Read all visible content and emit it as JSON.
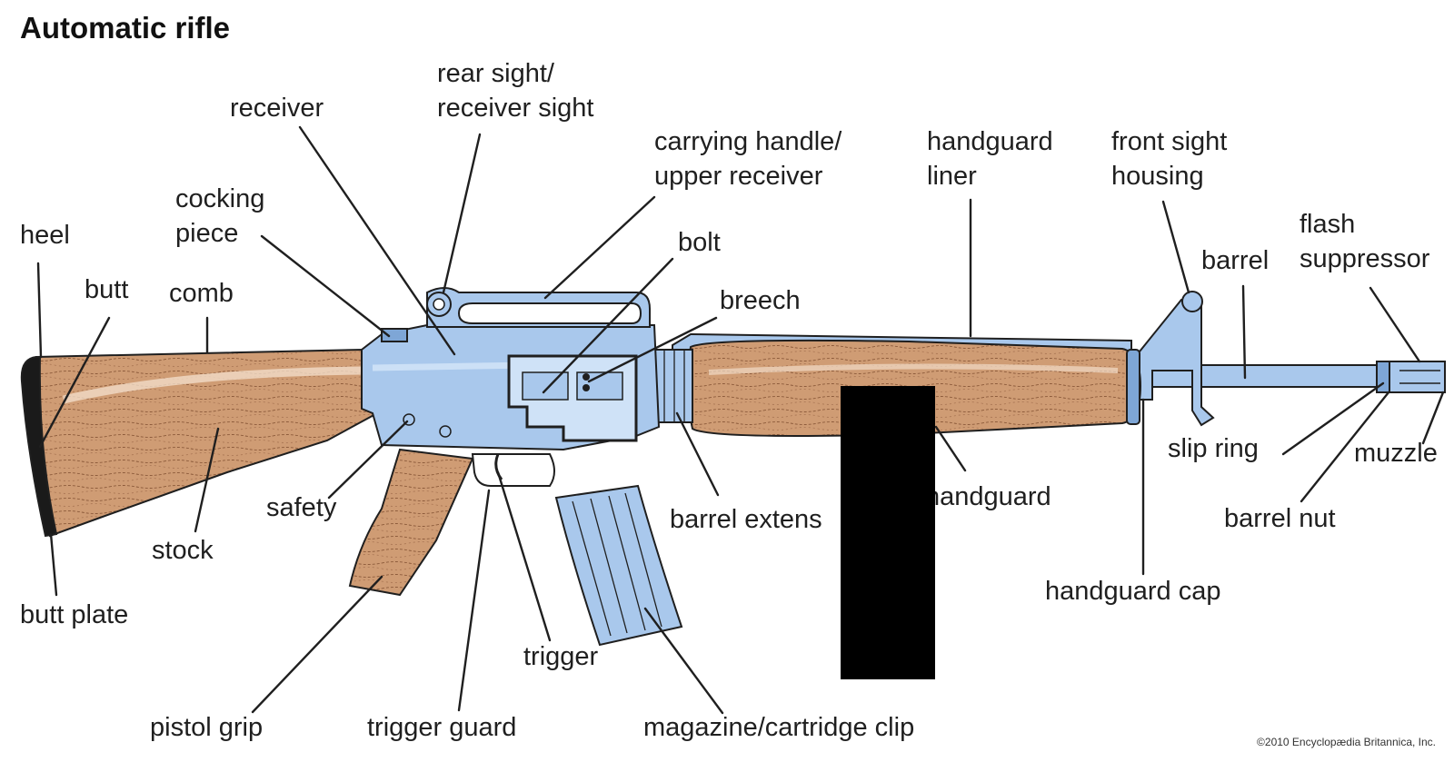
{
  "title": "Automatic rifle",
  "copyright": "©2010 Encyclopædia Britannica, Inc.",
  "colors": {
    "metal": "#a9c8ec",
    "metal_dark": "#7ea6d6",
    "metal_light": "#cfe2f7",
    "wood": "#cf9c74",
    "wood_grain": "#8c5a3a",
    "outline": "#1f1f1f",
    "redaction": "#000000"
  },
  "labels": {
    "heel": "heel",
    "butt": "butt",
    "comb": "comb",
    "cocking_1": "cocking",
    "cocking_2": "piece",
    "receiver": "receiver",
    "rear_sight_1": "rear sight/",
    "rear_sight_2": "receiver sight",
    "carrying_1": "carrying handle/",
    "carrying_2": "upper receiver",
    "handguard_liner_1": "handguard",
    "handguard_liner_2": "liner",
    "front_sight_1": "front sight",
    "front_sight_2": "housing",
    "barrel": "barrel",
    "flash_1": "flash",
    "flash_2": "suppressor",
    "bolt": "bolt",
    "breech": "breech",
    "slip_ring": "slip ring",
    "muzzle": "muzzle",
    "barrel_nut": "barrel nut",
    "handguard_cap": "handguard cap",
    "handguard": "handguard",
    "barrel_extension": "barrel extens",
    "safety": "safety",
    "stock": "stock",
    "butt_plate": "butt plate",
    "trigger": "trigger",
    "pistol_grip": "pistol grip",
    "trigger_guard": "trigger guard",
    "magazine": "magazine/cartridge clip"
  }
}
